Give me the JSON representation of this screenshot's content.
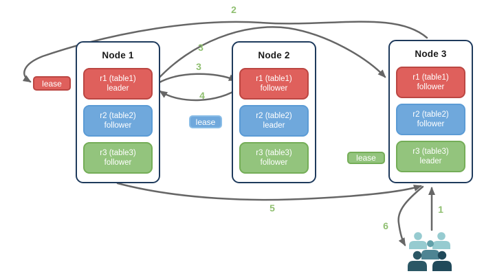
{
  "nodes": [
    {
      "title": "Node 1",
      "replicas": [
        {
          "label": "r1 (table1)",
          "role": "leader",
          "color": "red"
        },
        {
          "label": "r2 (table2)",
          "role": "follower",
          "color": "blue"
        },
        {
          "label": "r3 (table3)",
          "role": "follower",
          "color": "green"
        }
      ]
    },
    {
      "title": "Node 2",
      "replicas": [
        {
          "label": "r1 (table1)",
          "role": "follower",
          "color": "red"
        },
        {
          "label": "r2 (table2)",
          "role": "leader",
          "color": "blue"
        },
        {
          "label": "r3 (table3)",
          "role": "follower",
          "color": "green"
        }
      ]
    },
    {
      "title": "Node 3",
      "replicas": [
        {
          "label": "r1 (table1)",
          "role": "follower",
          "color": "red"
        },
        {
          "label": "r2 (table2)",
          "role": "follower",
          "color": "blue"
        },
        {
          "label": "r3 (table3)",
          "role": "leader",
          "color": "green"
        }
      ]
    }
  ],
  "leases": [
    {
      "text": "lease",
      "color": "red"
    },
    {
      "text": "lease",
      "color": "blue"
    },
    {
      "text": "lease",
      "color": "green"
    }
  ],
  "steps": {
    "s1": "1",
    "s2": "2",
    "s3a": "3",
    "s3b": "3",
    "s4": "4",
    "s5": "5",
    "s6": "6"
  },
  "icons": {
    "users": "users-group-icon"
  },
  "colors": {
    "red_fill": "#df605c",
    "red_border": "#bb4642",
    "blue_fill": "#6fa8dc",
    "blue_border": "#5b9bd5",
    "green_fill": "#93c47d",
    "green_border": "#74ad57",
    "node_border": "#1e3a5c",
    "arrow": "#666666",
    "step_label": "#8fbf70",
    "user_light": "#96cbd0",
    "user_mid": "#62a0a9",
    "user_mid_body": "#4e8493",
    "user_dark": "#2b5765",
    "user_darkest": "#20495a"
  }
}
